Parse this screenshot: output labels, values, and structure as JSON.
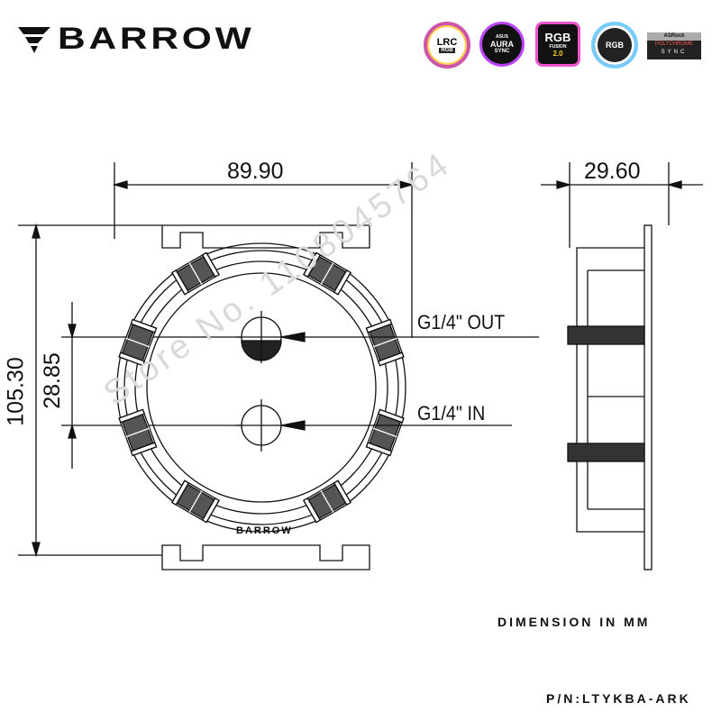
{
  "header": {
    "brand": "BARROW",
    "badges": [
      {
        "line1": "LRC",
        "line2": "RGB"
      },
      {
        "line0": "ASUS",
        "line1": "AURA",
        "line2": "SYNC"
      },
      {
        "line1": "RGB",
        "line2": "FUSION",
        "line3": "2.0"
      },
      {
        "line1": "RGB"
      },
      {
        "line0": "ASRock",
        "line1": "POLYCHROME",
        "line2": "SYNC"
      }
    ]
  },
  "dimensions": {
    "width": "89.90",
    "height": "105.30",
    "port_spacing": "28.85",
    "depth": "29.60"
  },
  "ports": {
    "out": "G1/4\" OUT",
    "in": "G1/4\" IN"
  },
  "plate_brand": "BARROW",
  "watermark": "Store No. 1108045764",
  "footer": {
    "units": "DIMENSION IN MM",
    "part_number": "P/N:LTYKBA-ARK"
  },
  "colors": {
    "line": "#111111",
    "watermark": "#d9d9d9"
  }
}
